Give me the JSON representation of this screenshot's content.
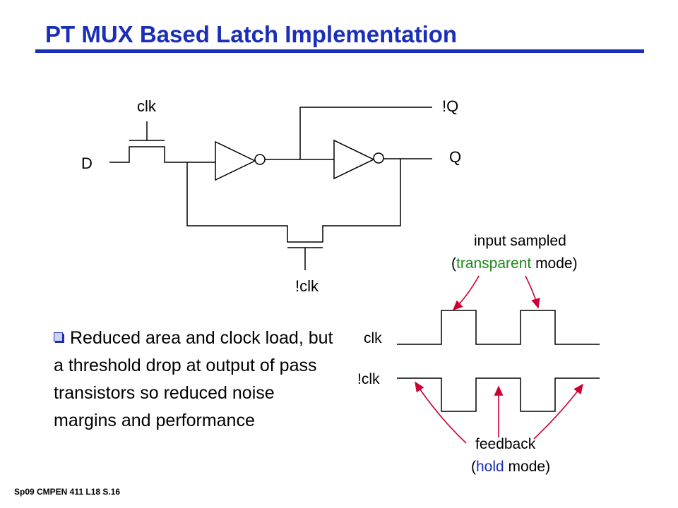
{
  "title": "PT MUX Based Latch Implementation",
  "circuit_labels": {
    "clk": "clk",
    "not_q": "!Q",
    "d": "D",
    "q": "Q",
    "not_clk": "!clk"
  },
  "annotations": {
    "sampled_line1": "input sampled",
    "sampled_open": "(",
    "sampled_highlight": "transparent",
    "sampled_close": " mode)",
    "feedback_line1": "feedback",
    "feedback_open": "(",
    "feedback_highlight": "hold",
    "feedback_close": " mode)",
    "highlight_colors": {
      "transparent": "#1a8c1a",
      "hold": "#1a2fb8"
    }
  },
  "waveform_labels": {
    "clk": "clk",
    "not_clk": "!clk"
  },
  "bullet": {
    "text": "Reduced area and clock load, but a threshold drop at output of pass transistors so reduced noise margins and performance"
  },
  "footer": "Sp09   CMPEN 411   L18   S.16",
  "colors": {
    "title": "#1a2fb8",
    "arrow": "#cc0033"
  }
}
